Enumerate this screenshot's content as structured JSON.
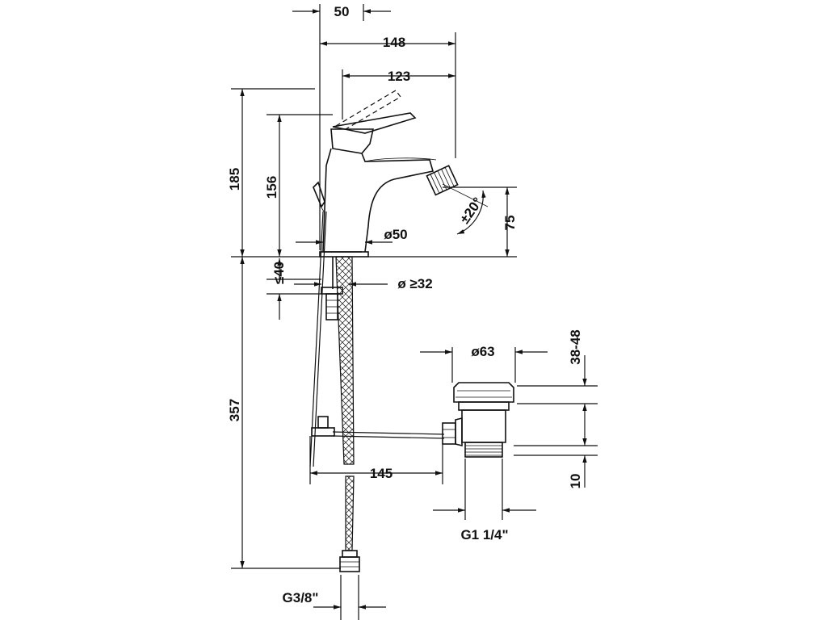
{
  "drawing": {
    "colors": {
      "line": "#111111",
      "background": "#ffffff"
    },
    "dimensions": {
      "top_width": "50",
      "overall_depth": "148",
      "spout_reach": "123",
      "total_height": "185",
      "spout_height": "156",
      "base_diameter": "ø50",
      "nozzle_angle": "±20°",
      "nozzle_height": "75",
      "max_thickness": "≤40",
      "hole_diameter": "ø ≥32",
      "hose_length": "357",
      "waste_diameter": "ø63",
      "waste_range": "38-48",
      "waste_thread_height": "10",
      "pull_rod_length": "145",
      "waste_thread": "G1 1/4\"",
      "hose_thread": "G3/8\""
    }
  }
}
